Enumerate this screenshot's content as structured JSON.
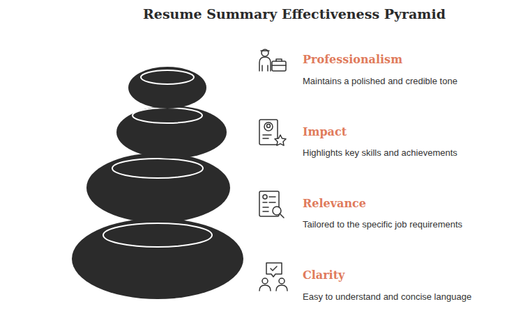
{
  "diagram": {
    "title": "Resume Summary Effectiveness Pyramid",
    "labels": [
      "Professionalism",
      "Maintains a polished and credible tone",
      "Impact",
      "Highlights key skills and achievements",
      "Relevance",
      "Tailored to the specific job requirements",
      "Clarity",
      "Easy to understand and concise language"
    ]
  }
}
